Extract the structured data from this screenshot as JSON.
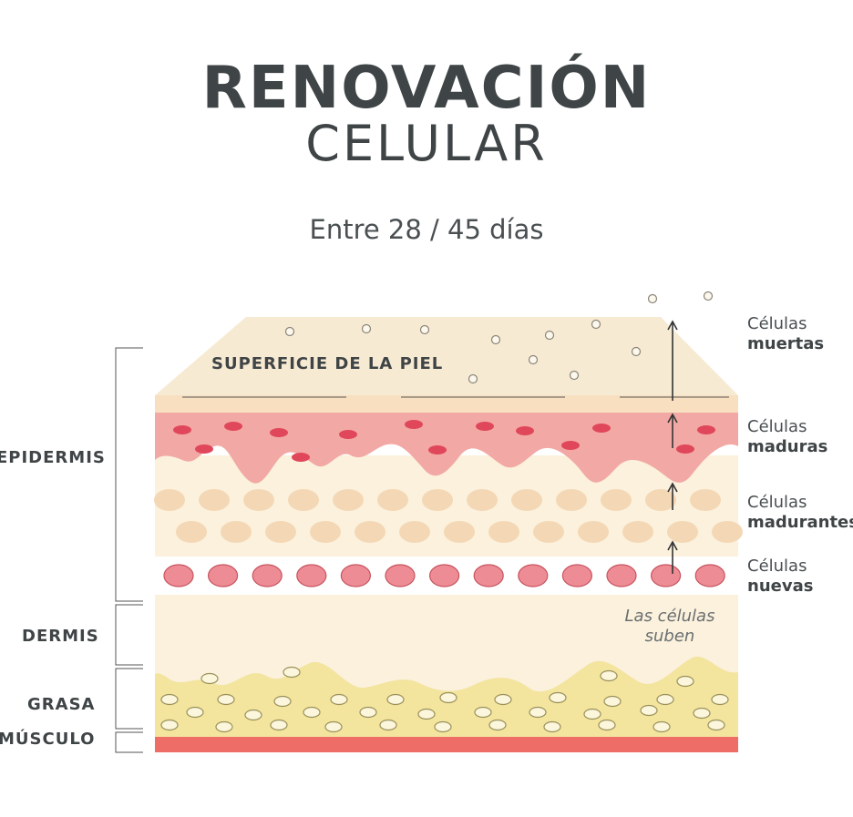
{
  "title": {
    "main": "RENOVACIÓN",
    "sub": "CELULAR"
  },
  "period": "Entre 28 / 45 días",
  "surface_label": "SUPERFICIE DE LA PIEL",
  "rise_label": "Las células suben",
  "layers": {
    "epidermis": "EPIDERMIS",
    "dermis": "DERMIS",
    "fat": "GRASA",
    "muscle": "MÚSCULO"
  },
  "cells": {
    "dead": {
      "word": "Células",
      "state": "muertas"
    },
    "mature": {
      "word": "Células",
      "state": "maduras"
    },
    "maturing": {
      "word": "Células",
      "state": "madurantes"
    },
    "new": {
      "word": "Células",
      "state": "nuevas"
    }
  },
  "colors": {
    "surface": "#f7ead3",
    "mature_layer": "#f2a9a5",
    "mature_cell": "#e0475b",
    "cream": "#fbf1dc",
    "maturing_cell": "#f4d8b6",
    "new_cell": "#ee8c95",
    "fat_layer": "#f3e49e",
    "muscle": "#ef6d67"
  }
}
